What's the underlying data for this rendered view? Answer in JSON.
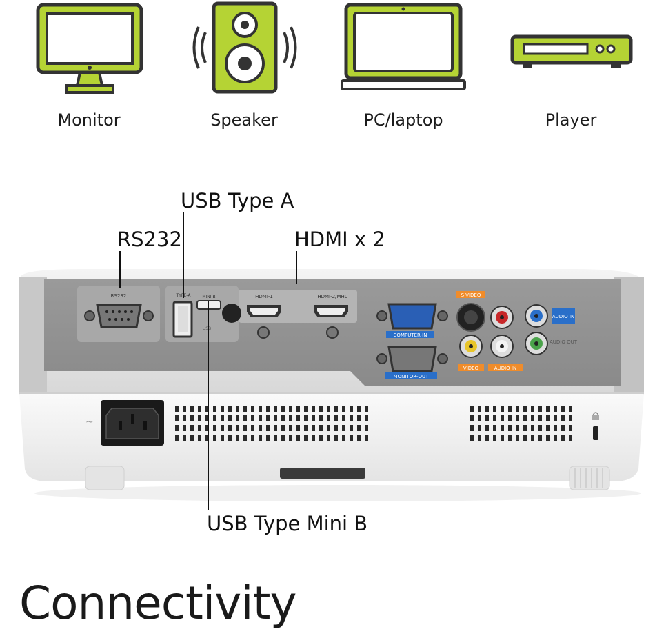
{
  "devices": [
    {
      "label": "Monitor",
      "icon": "monitor-icon"
    },
    {
      "label": "Speaker",
      "icon": "speaker-icon"
    },
    {
      "label": "PC/laptop",
      "icon": "laptop-icon"
    },
    {
      "label": "Player",
      "icon": "player-icon"
    }
  ],
  "callouts": {
    "usb_type_a": "USB Type A",
    "rs232": "RS232",
    "hdmi": "HDMI x 2",
    "usb_mini_b": "USB Type Mini B"
  },
  "panel_labels": {
    "rs232": "RS232",
    "type_a": "TYPE-A",
    "mini_b": "MINI-B",
    "usb": "USB",
    "hdmi1": "HDMI-1",
    "hdmi2": "HDMI-2/MHL",
    "computer_in": "COMPUTER-IN",
    "monitor_out": "MONITOR-OUT",
    "s_video": "S-VIDEO",
    "video": "VIDEO",
    "audio_in": "AUDIO IN",
    "audio_in_box": "AUDIO IN",
    "audio_out": "AUDIO OUT"
  },
  "heading": "Connectivity",
  "colors": {
    "accent_green": "#b5d334",
    "icon_stroke": "#333333",
    "label_orange": "#f08c2a",
    "label_blue": "#2a6fc9"
  }
}
